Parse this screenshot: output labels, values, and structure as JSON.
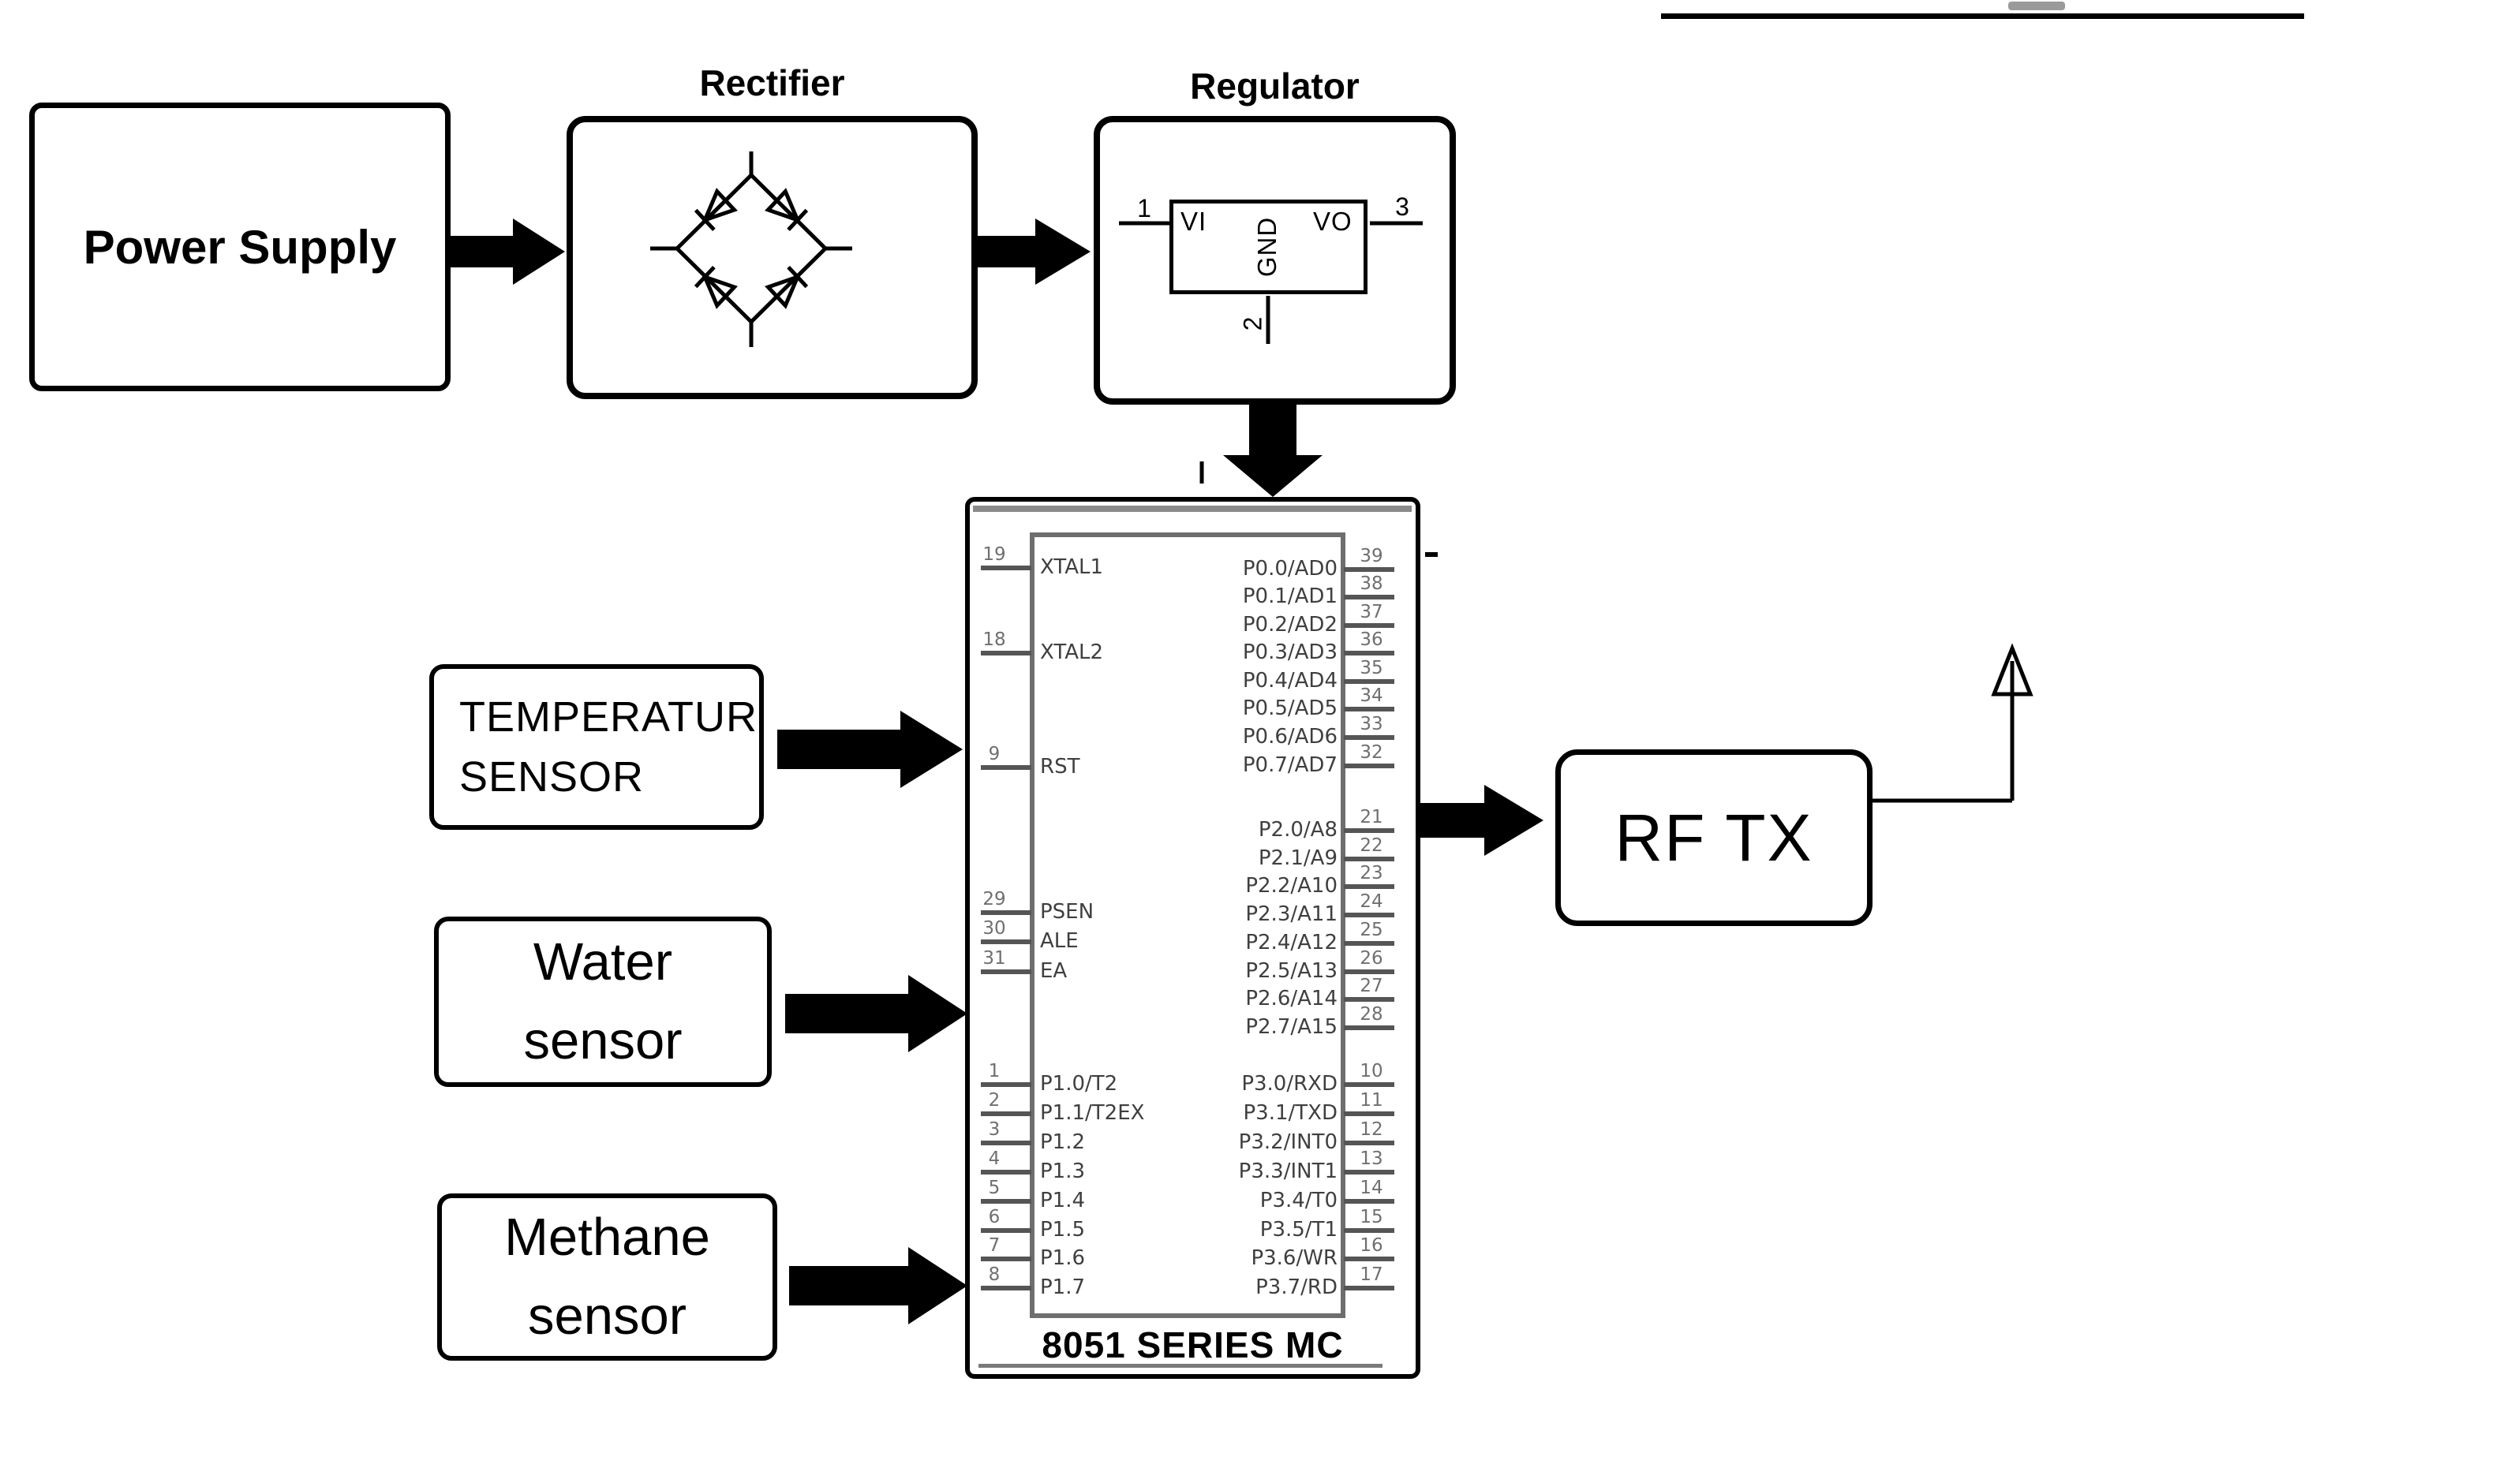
{
  "diagram": {
    "power_supply": {
      "label": "Power Supply"
    },
    "rectifier": {
      "label": "Rectifier"
    },
    "regulator": {
      "label": "Regulator",
      "vi": "VI",
      "vo": "VO",
      "gnd": "GND",
      "pin1": "1",
      "pin2": "2",
      "pin3": "3"
    },
    "sensors": {
      "temperature": {
        "line1": "TEMPERATUR",
        "line2": "SENSOR"
      },
      "water": {
        "line1": "Water",
        "line2": "sensor"
      },
      "methane": {
        "line1": "Methane",
        "line2": "sensor"
      }
    },
    "rf_tx": {
      "label": "RF TX"
    },
    "mcu": {
      "title": "8051 SERIES MC",
      "left_pins": [
        {
          "num": "19",
          "name": "XTAL1"
        },
        {
          "num": "18",
          "name": "XTAL2"
        },
        {
          "num": "9",
          "name": "RST"
        },
        {
          "num": "29",
          "name": "PSEN"
        },
        {
          "num": "30",
          "name": "ALE"
        },
        {
          "num": "31",
          "name": "EA"
        },
        {
          "num": "1",
          "name": "P1.0/T2"
        },
        {
          "num": "2",
          "name": "P1.1/T2EX"
        },
        {
          "num": "3",
          "name": "P1.2"
        },
        {
          "num": "4",
          "name": "P1.3"
        },
        {
          "num": "5",
          "name": "P1.4"
        },
        {
          "num": "6",
          "name": "P1.5"
        },
        {
          "num": "7",
          "name": "P1.6"
        },
        {
          "num": "8",
          "name": "P1.7"
        }
      ],
      "right_pins": [
        {
          "num": "39",
          "name": "P0.0/AD0"
        },
        {
          "num": "38",
          "name": "P0.1/AD1"
        },
        {
          "num": "37",
          "name": "P0.2/AD2"
        },
        {
          "num": "36",
          "name": "P0.3/AD3"
        },
        {
          "num": "35",
          "name": "P0.4/AD4"
        },
        {
          "num": "34",
          "name": "P0.5/AD5"
        },
        {
          "num": "33",
          "name": "P0.6/AD6"
        },
        {
          "num": "32",
          "name": "P0.7/AD7"
        },
        {
          "num": "21",
          "name": "P2.0/A8"
        },
        {
          "num": "22",
          "name": "P2.1/A9"
        },
        {
          "num": "23",
          "name": "P2.2/A10"
        },
        {
          "num": "24",
          "name": "P2.3/A11"
        },
        {
          "num": "25",
          "name": "P2.4/A12"
        },
        {
          "num": "26",
          "name": "P2.5/A13"
        },
        {
          "num": "27",
          "name": "P2.6/A14"
        },
        {
          "num": "28",
          "name": "P2.7/A15"
        },
        {
          "num": "10",
          "name": "P3.0/RXD"
        },
        {
          "num": "11",
          "name": "P3.1/TXD"
        },
        {
          "num": "12",
          "name": "P3.2/INT0"
        },
        {
          "num": "13",
          "name": "P3.3/INT1"
        },
        {
          "num": "14",
          "name": "P3.4/T0"
        },
        {
          "num": "15",
          "name": "P3.5/T1"
        },
        {
          "num": "16",
          "name": "P3.6/WR"
        },
        {
          "num": "17",
          "name": "P3.7/RD"
        }
      ]
    }
  },
  "colors": {
    "ink": "#000000",
    "background": "#ffffff",
    "chip_top_band": "#8a8a8a",
    "chip_inner_border": "#6e6e6e",
    "pin_line": "#555555",
    "pin_text": "#3f3f3f",
    "pin_number": "#6f6f6f",
    "title_underline": "#7a7a7a"
  }
}
